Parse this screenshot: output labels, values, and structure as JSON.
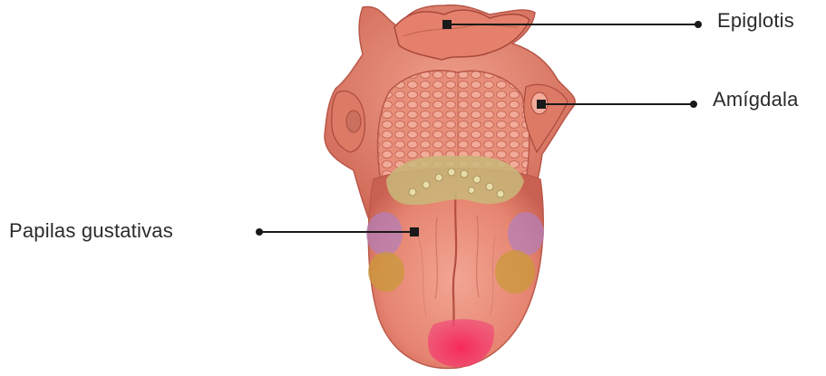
{
  "diagram": {
    "labels": {
      "epiglottis": "Epiglotis",
      "tonsil": "Amígdala",
      "taste_buds": "Papilas gustativas"
    },
    "colors": {
      "tongue_base": "#e9897a",
      "tongue_shadow": "#c45a4d",
      "tongue_light": "#f3a998",
      "root_mucosa": "#d9735f",
      "bitter_zone": "#c9b87a",
      "sour_zone": "#b57fb8",
      "salty_zone": "#c99a3a",
      "sweet_zone": "#f0466b",
      "leader_line": "#1a1a1a"
    }
  }
}
